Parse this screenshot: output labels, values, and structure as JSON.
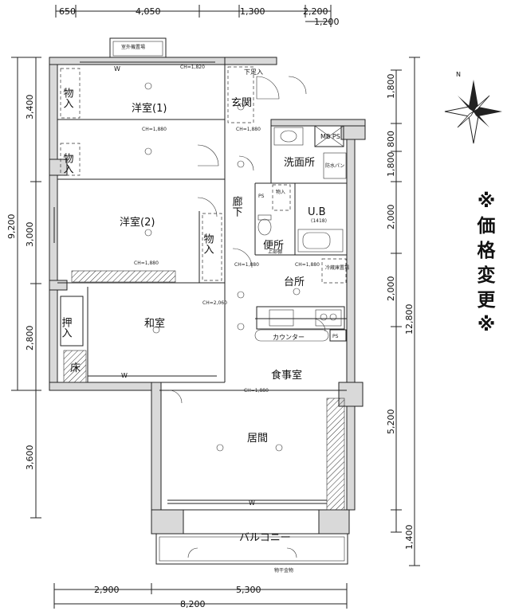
{
  "dimensions": {
    "top": [
      "650",
      "4,050",
      "1,300",
      "2,200",
      "1,200"
    ],
    "bottom": [
      "2,900",
      "5,300",
      "8,200"
    ],
    "left": [
      "3,400",
      "9,200",
      "3,000",
      "2,800",
      "3,600"
    ],
    "right": [
      "1,800",
      "800",
      "1,800",
      "2,000",
      "12,800",
      "2,000",
      "5,200",
      "1,400"
    ]
  },
  "rooms": {
    "western1": "洋室(1)",
    "western2": "洋室(2)",
    "washitsu": "和室",
    "living": "居間",
    "dining": "食事室",
    "kitchen": "台所",
    "washroom": "洗面所",
    "entrance": "玄関",
    "corridor": "廊下",
    "toilet": "便所",
    "unit_bath": "U.B",
    "unit_bath_size": "(1418)",
    "balcony": "バルコニー",
    "counter": "カウンター",
    "tokonoma": "床",
    "oshiire": "押入",
    "closet": "物入",
    "outdoor_unit": "室外機置場",
    "laundry_hardware": "物干金物",
    "shoe_box": "下足入",
    "mb_ps": "MB PS",
    "ps": "PS",
    "waterproof_pan": "防水パン",
    "fridge": "冷蔵庫置場",
    "under_floor": "上部棚"
  },
  "labels": {
    "ch_1880": "CH=1,880",
    "ch_1820": "CH=1,820",
    "ch_2060": "CH=2,060",
    "w": "W"
  },
  "notice": [
    "※",
    "価",
    "格",
    "変",
    "更",
    "※"
  ],
  "compass": {
    "north": "N"
  }
}
